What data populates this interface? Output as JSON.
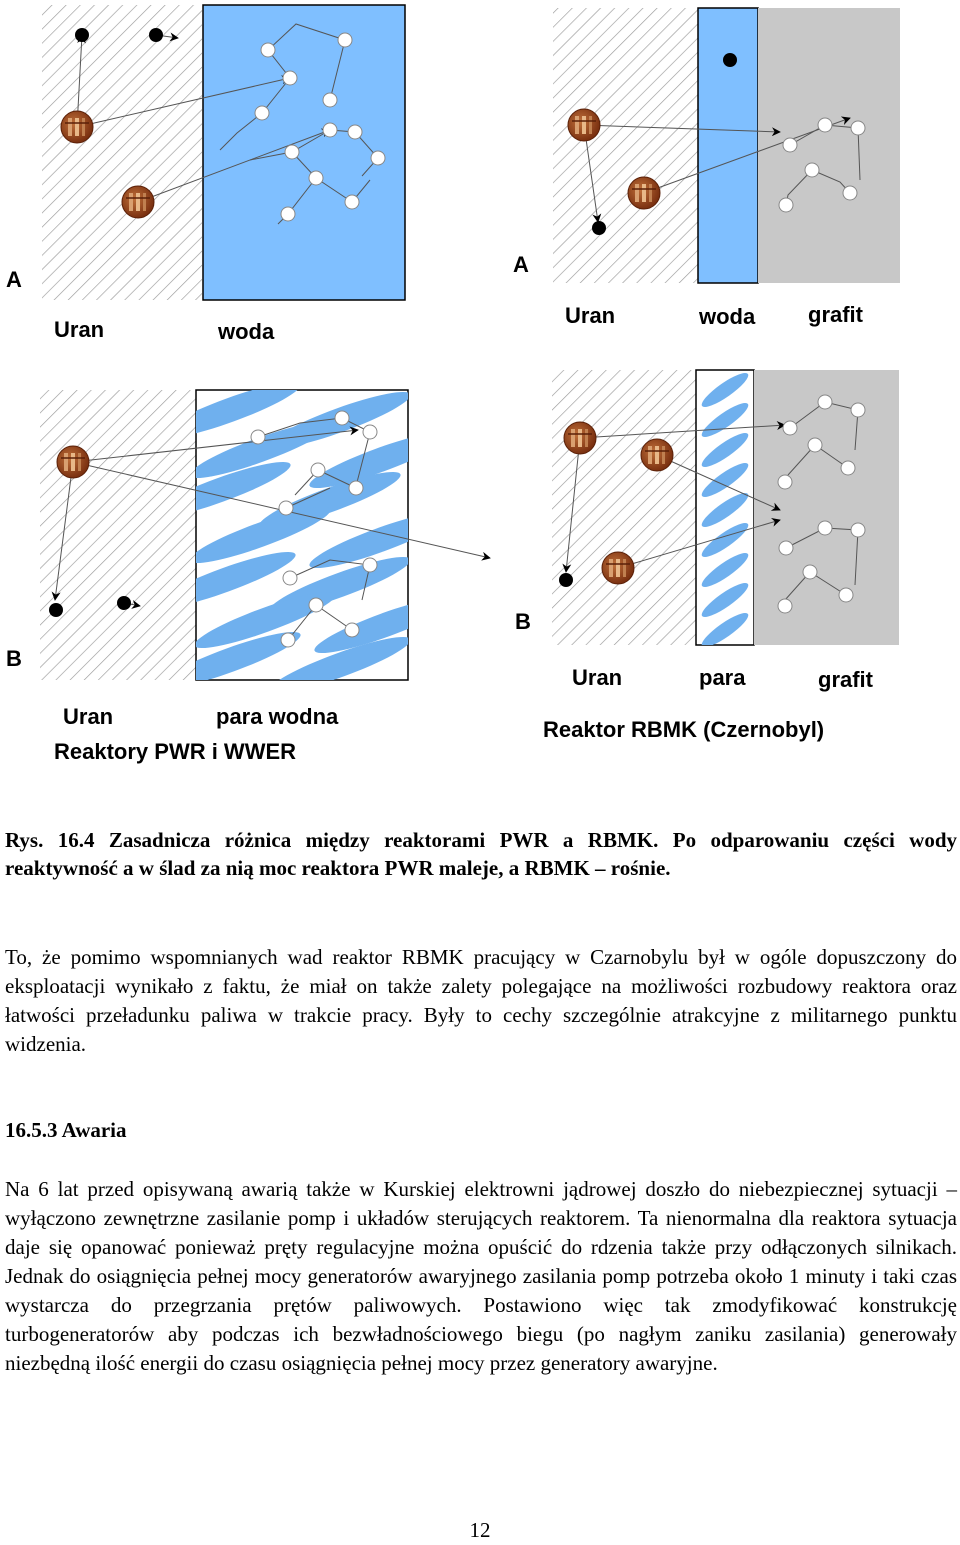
{
  "figure": {
    "panels": [
      {
        "letter": "A",
        "labels": [
          "Uran",
          "woda"
        ]
      },
      {
        "letter": "A",
        "labels": [
          "Uran",
          "woda",
          "grafit"
        ]
      },
      {
        "letter": "B",
        "labels": [
          "Uran",
          "para wodna"
        ],
        "title": "Reaktory PWR i WWER"
      },
      {
        "letter": "B",
        "labels": [
          "Uran",
          "para",
          "grafit"
        ],
        "title": "Reaktor RBMK (Czernobyl)"
      }
    ],
    "colors": {
      "water": "#7fbfff",
      "steam_blob": "#6fb0ee",
      "graphite": "#c8c8c8",
      "hatch": "#999999",
      "uranium": "#a0522d"
    }
  },
  "caption": "Rys. 16.4 Zasadnicza różnica między reaktorami PWR a RBMK. Po odparowaniu części wody reaktywność a w ślad za nią moc reaktora PWR maleje, a RBMK – rośnie.",
  "paragraph1": "To, że pomimo wspomnianych wad reaktor RBMK pracujący w Czarnobylu był w ogóle dopuszczony do eksploatacji wynikało z faktu, że miał on także zalety polegające na możliwości rozbudowy reaktora oraz łatwości przeładunku paliwa w trakcie pracy. Były to cechy szczególnie atrakcyjne z militarnego punktu widzenia.",
  "section_heading": "16.5.3 Awaria",
  "paragraph2": "Na 6 lat przed opisywaną awarią także w Kurskiej elektrowni jądrowej doszło do niebezpiecznej sytuacji – wyłączono zewnętrzne zasilanie pomp i układów sterujących reaktorem. Ta nienormalna dla reaktora sytuacja daje się opanować ponieważ pręty regulacyjne można opuścić do rdzenia także przy odłączonych silnikach. Jednak do osiągnięcia pełnej mocy generatorów awaryjnego zasilania pomp potrzeba około 1 minuty i taki czas wystarcza do przegrzania prętów paliwowych. Postawiono więc tak zmodyfikować konstrukcję turbogeneratorów aby podczas ich bezwładnościowego biegu (po nagłym zaniku zasilania) generowały niezbędną ilość energii do czasu osiągnięcia pełnej mocy przez generatory awaryjne.",
  "page_number": "12"
}
